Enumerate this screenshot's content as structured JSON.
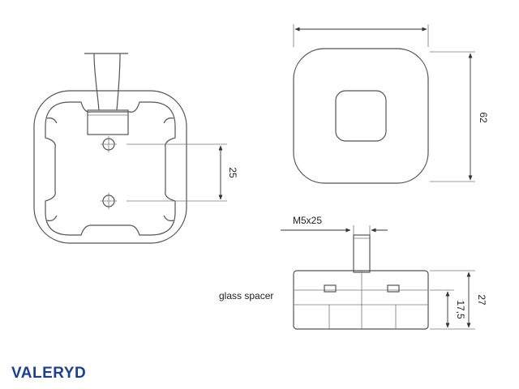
{
  "dimensions": {
    "hole_spacing": "25",
    "width": "62",
    "thread": "M5x25",
    "total_depth": "27",
    "body_depth": "17,5"
  },
  "labels": {
    "spacer": "glass spacer"
  },
  "brand": {
    "name": "VALERYD",
    "color": "#1c3f8f"
  }
}
